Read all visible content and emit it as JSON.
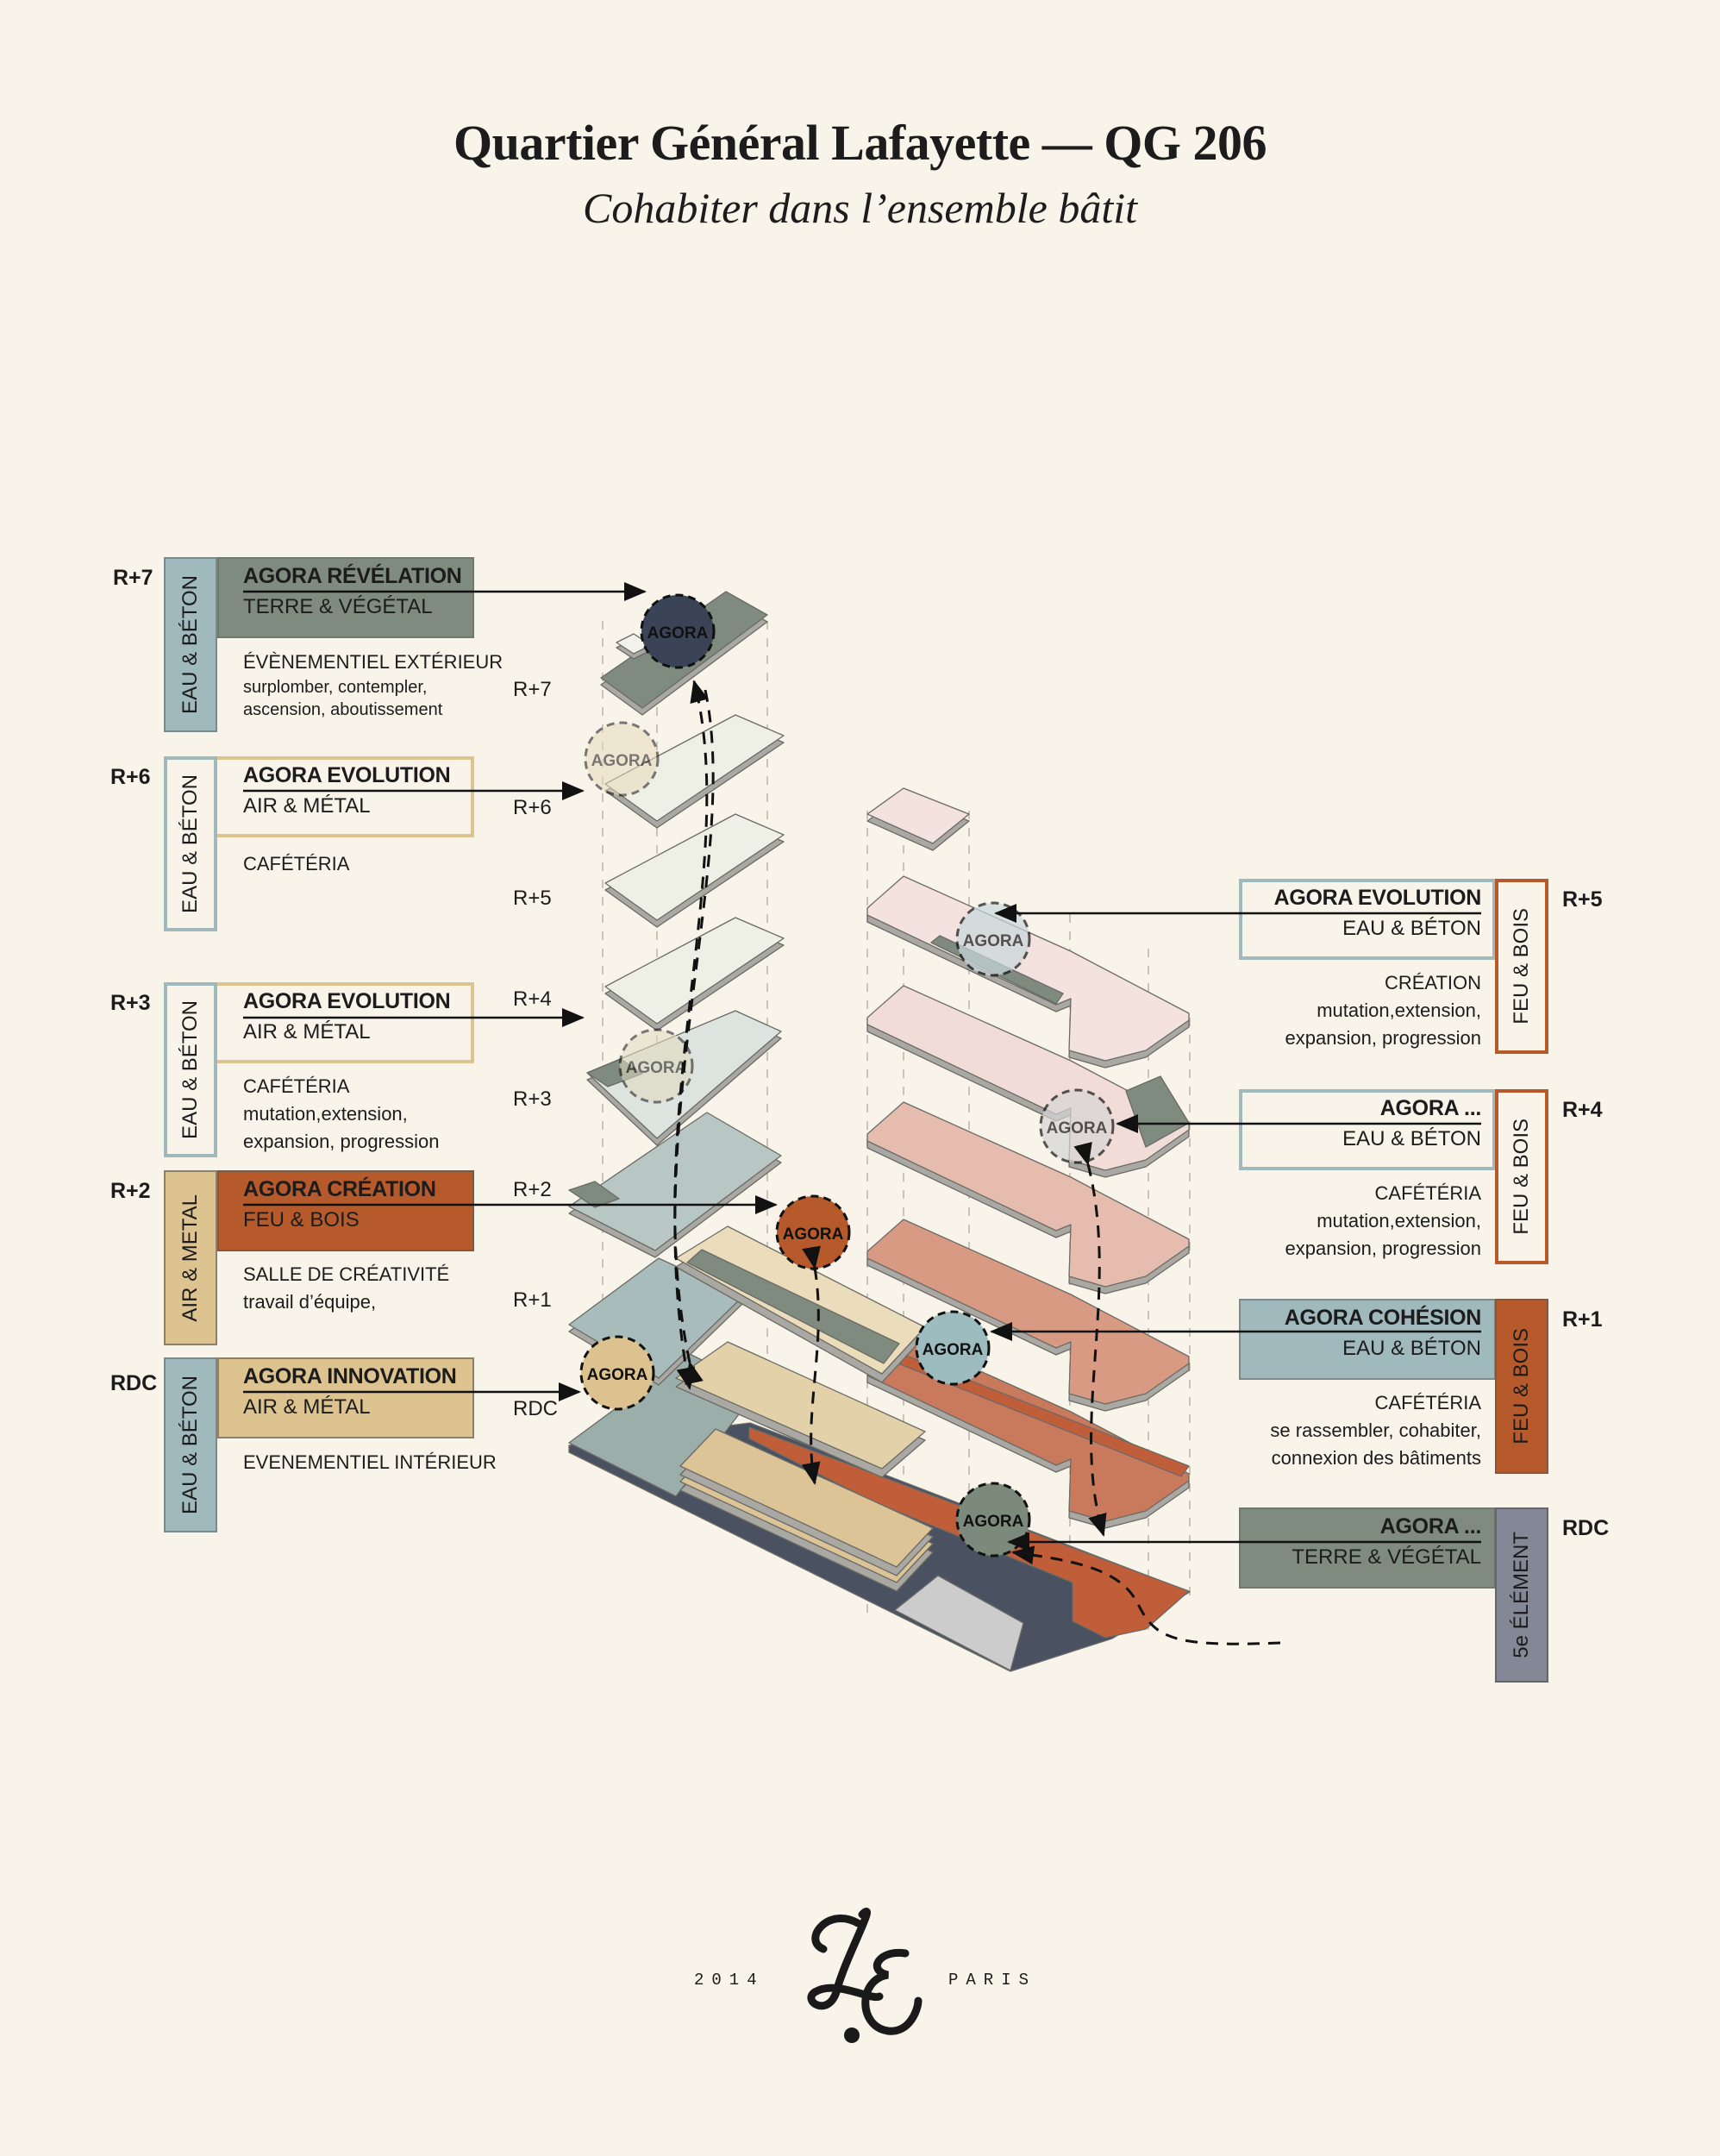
{
  "header": {
    "title": "Quartier Général Lafayette — QG 206",
    "subtitle": "Cohabiter dans l’ensemble bâtit"
  },
  "colors": {
    "background": "#f8f4ea",
    "eau_beton": "#a0b9bd",
    "terre_vegetal": "#7f8b7e",
    "air_metal": "#dcc38f",
    "feu_bois": "#b65a2c",
    "cinquieme_element": "#848896"
  },
  "left_panels": [
    {
      "floor": "R+7",
      "element": "EAU & BÉTON",
      "title": "AGORA RÉVÉLATION",
      "subtitle": "TERRE & VÉGÉTAL",
      "desc": "ÉVÈNEMENTIEL EXTÉRIEUR",
      "detail1": "surplomber, contempler,",
      "detail2": "ascension, aboutissement"
    },
    {
      "floor": "R+6",
      "element": "EAU & BÉTON",
      "title": "AGORA EVOLUTION",
      "subtitle": "AIR & MÉTAL",
      "desc": "CAFÉTÉRIA"
    },
    {
      "floor": "R+3",
      "element": "EAU & BÉTON",
      "title": "AGORA EVOLUTION",
      "subtitle": "AIR & MÉTAL",
      "desc": "CAFÉTÉRIA",
      "detail1": "mutation,extension,",
      "detail2": "expansion, progression"
    },
    {
      "floor": "R+2",
      "element": "AIR & METAL",
      "title": "AGORA CRÉATION",
      "subtitle": "FEU & BOIS",
      "desc": "SALLE DE CRÉATIVITÉ",
      "detail1": "travail d’équipe,"
    },
    {
      "floor": "RDC",
      "element": "EAU & BÉTON",
      "title": "AGORA INNOVATION",
      "subtitle": "AIR & MÉTAL",
      "desc": "EVENEMENTIEL INTÉRIEUR"
    }
  ],
  "right_panels": [
    {
      "floor": "R+5",
      "element": "FEU & BOIS",
      "title": "AGORA EVOLUTION",
      "subtitle": "EAU & BÉTON",
      "desc": "CRÉATION",
      "detail1": "mutation,extension,",
      "detail2": "expansion, progression"
    },
    {
      "floor": "R+4",
      "element": "FEU & BOIS",
      "title": "AGORA ...",
      "subtitle": "EAU & BÉTON",
      "desc": "CAFÉTÉRIA",
      "detail1": "mutation,extension,",
      "detail2": "expansion, progression"
    },
    {
      "floor": "R+1",
      "element": "FEU & BOIS",
      "title": "AGORA COHÉSION",
      "subtitle": "EAU & BÉTON",
      "desc": "CAFÉTÉRIA",
      "detail1": "se rassembler, cohabiter,",
      "detail2": "connexion des bâtiments"
    },
    {
      "floor": "RDC",
      "element": "5e ÉLÉMENT",
      "title": "AGORA ...",
      "subtitle": "TERRE & VÉGÉTAL"
    }
  ],
  "level_labels": [
    "R+7",
    "R+6",
    "R+5",
    "R+4",
    "R+3",
    "R+2",
    "R+1",
    "RDC"
  ],
  "agora_label": "AGORA",
  "footer": {
    "year": "2014",
    "city": "PARIS",
    "logo": "L.E"
  }
}
